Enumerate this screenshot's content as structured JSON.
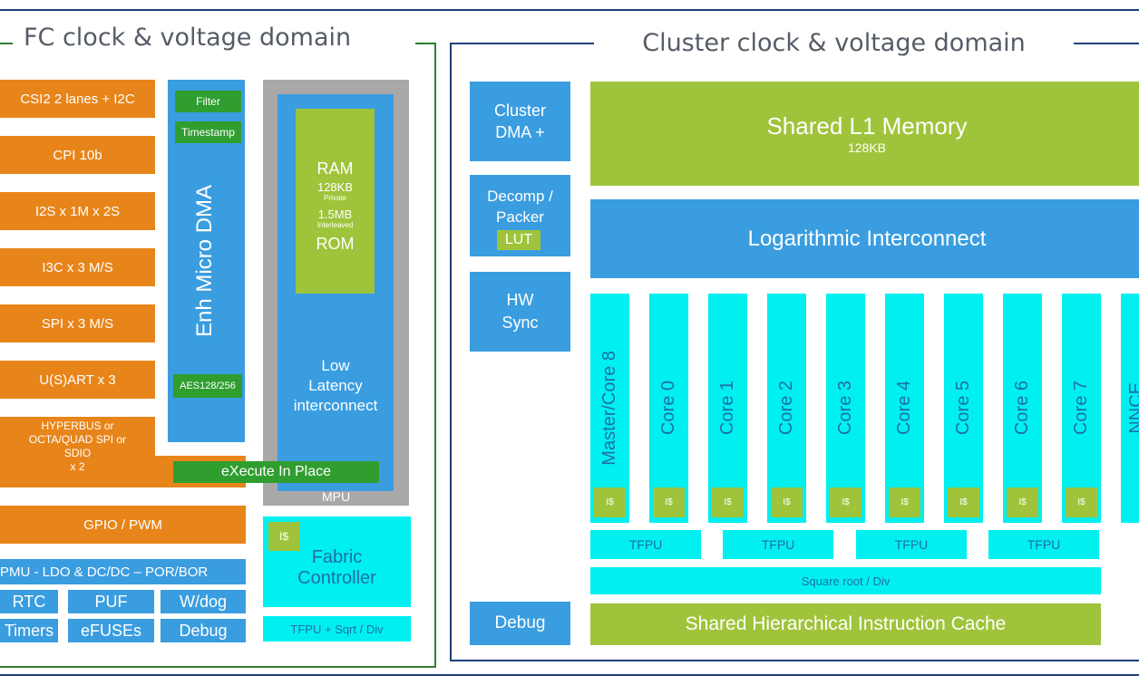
{
  "fc_domain": {
    "title": "FC clock & voltage domain",
    "peripherals": [
      "CSI2 2 lanes + I2C",
      "CPI 10b",
      "I2S x 1M x 2S",
      "I3C x 3 M/S",
      "SPI x 3 M/S",
      "U(S)ART x 3"
    ],
    "hyperbus": [
      "HYPERBUS or",
      "OCTA/QUAD SPI or",
      "SDIO",
      "x 2"
    ],
    "gpio": "GPIO / PWM",
    "pmu": "PMU - LDO & DC/DC – POR/BOR",
    "row1": [
      "RTC",
      "PUF",
      "W/dog"
    ],
    "row2": [
      "Timers",
      "eFUSEs",
      "Debug"
    ],
    "micro_dma": {
      "label": "Enh Micro DMA",
      "filter": "Filter",
      "timestamp": "Timestamp",
      "aes": "AES128/256"
    },
    "memory": {
      "ram": "RAM",
      "ram_size": "128KB",
      "private": "Private",
      "size2": "1.5MB",
      "interleaved": "Interleaved",
      "rom": "ROM"
    },
    "interconnect": [
      "Low",
      "Latency",
      "interconnect"
    ],
    "mpu": "MPU",
    "xip": "eXecute In Place",
    "fabric": {
      "icache": "I$",
      "label1": "Fabric",
      "label2": "Controller"
    },
    "fabric_fpu": "TFPU + Sqrt / Div"
  },
  "cluster_domain": {
    "title": "Cluster clock & voltage domain",
    "dma": [
      "Cluster",
      "DMA +"
    ],
    "decomp": [
      "Decomp /",
      "Packer"
    ],
    "lut": "LUT",
    "hwsync": [
      "HW",
      "Sync"
    ],
    "debug": "Debug",
    "l1": {
      "label": "Shared L1 Memory",
      "size": "128KB"
    },
    "log_interconnect": "Logarithmic Interconnect",
    "cores": [
      "Master/Core 8",
      "Core 0",
      "Core 1",
      "Core 2",
      "Core 3",
      "Core 4",
      "Core 5",
      "Core 6",
      "Core 7",
      "NNCE"
    ],
    "icache_label": "I$",
    "tfpu": [
      "TFPU",
      "TFPU",
      "TFPU",
      "TFPU"
    ],
    "sqrt": "Square root / Div",
    "icache_shared": "Shared Hierarchical Instruction Cache"
  },
  "colors": {
    "orange": "#e8851a",
    "blue": "#3a9de0",
    "cyan": "#00f0f0",
    "lime": "#9fc43b",
    "green": "#2f9e2f",
    "fc_border": "#2e7d32",
    "cluster_border": "#1f3f7a"
  }
}
